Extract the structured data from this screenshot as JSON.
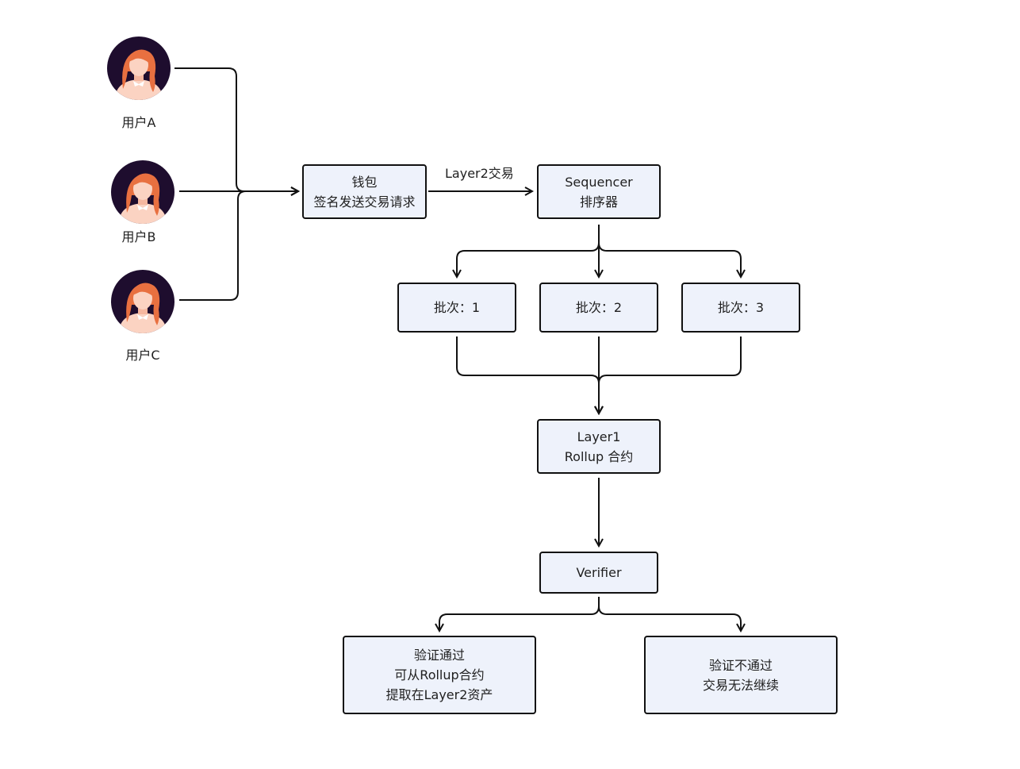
{
  "users": [
    {
      "label": "用户A"
    },
    {
      "label": "用户B"
    },
    {
      "label": "用户C"
    }
  ],
  "wallet": {
    "line1": "钱包",
    "line2": "签名发送交易请求"
  },
  "edge_label": "Layer2交易",
  "sequencer": {
    "line1": "Sequencer",
    "line2": "排序器"
  },
  "batches": [
    {
      "label": "批次：1"
    },
    {
      "label": "批次：2"
    },
    {
      "label": "批次：3"
    }
  ],
  "layer1": {
    "line1": "Layer1",
    "line2": "Rollup 合约"
  },
  "verifier": {
    "label": "Verifier"
  },
  "pass": {
    "line1": "验证通过",
    "line2": "可从Rollup合约",
    "line3": "提取在Layer2资产"
  },
  "fail": {
    "line1": "验证不通过",
    "line2": "交易无法继续"
  },
  "colors": {
    "box_fill": "#eef2fb",
    "stroke": "#111111",
    "avatar_bg": "#1e0d2e",
    "hair": "#e87040",
    "skin": "#fbd3c2"
  }
}
